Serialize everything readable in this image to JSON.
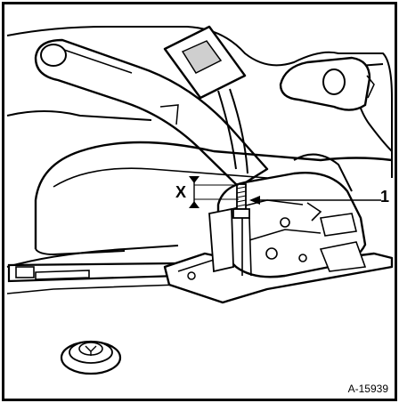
{
  "labels": {
    "dimension": "X",
    "callout": "1",
    "figure_ref": "A-15939"
  },
  "colors": {
    "ink": "#000000",
    "paper": "#ffffff",
    "shade": "#cfcfcf"
  }
}
